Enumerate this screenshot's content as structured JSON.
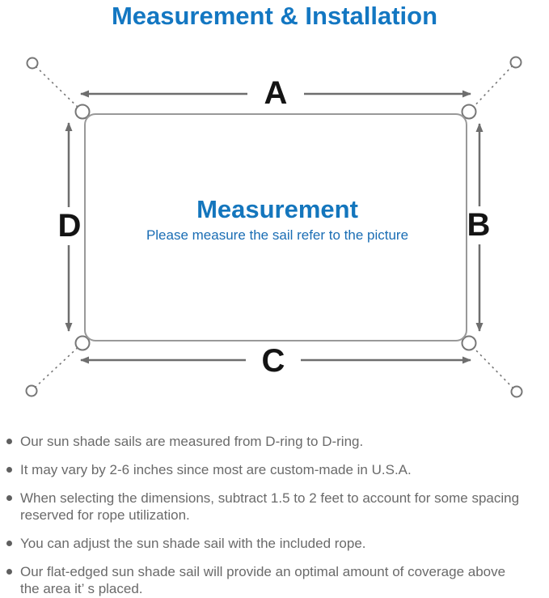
{
  "title": "Measurement & Installation",
  "diagram": {
    "labels": {
      "a": "A",
      "b": "B",
      "c": "C",
      "d": "D"
    },
    "center_heading": "Measurement",
    "center_subtitle": "Please measure the sail refer to the picture"
  },
  "notes": {
    "items": [
      "Our sun shade sails are measured from D-ring to D-ring.",
      "It may vary by 2-6 inches since most are custom-made in U.S.A.",
      "When selecting the dimensions, subtract 1.5 to 2 feet to account for some spacing reserved for rope utilization.",
      "You can adjust the sun shade sail with the included rope.",
      "Our flat-edged sun shade sail will provide an optimal amount of coverage above the area it’ s placed."
    ]
  },
  "colors": {
    "accent_blue": "#1377c2",
    "center_text_blue": "#1476bd",
    "line_gray": "#999999",
    "arrow_gray": "#6e6e6e",
    "note_text_gray": "#6a6a6a",
    "label_black": "#141414"
  }
}
